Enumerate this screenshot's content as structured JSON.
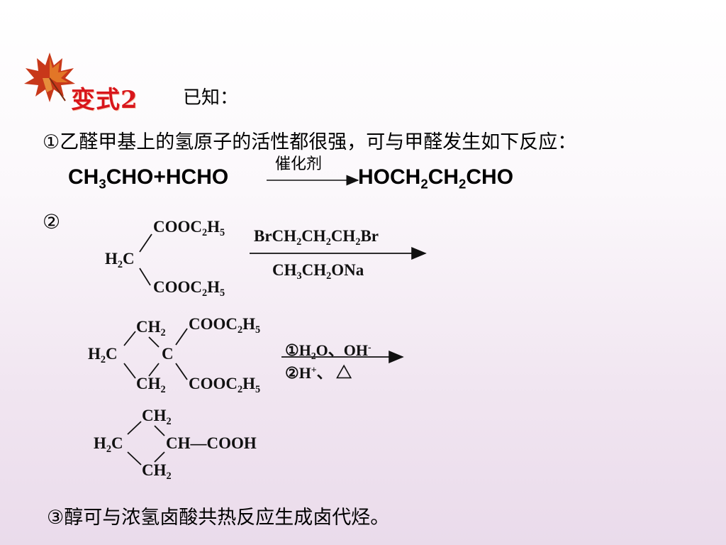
{
  "slide": {
    "title": "变式2",
    "known": "已知：",
    "item1_text": "①乙醛甲基上的氢原子的活性都很强，可与甲醛发生如下反应：",
    "reaction1": {
      "lhs": {
        "a": "CH",
        "b": "3",
        "c": "CHO+HCHO"
      },
      "catalyst": "催化剂",
      "rhs": {
        "a": "HOCH",
        "b": "2",
        "c": "CH",
        "d": "2",
        "e": "CHO"
      }
    },
    "item2_marker": "②",
    "malonate": {
      "top": {
        "a": "COOC",
        "b": "2",
        "c": "H",
        "d": "5"
      },
      "left": {
        "a": "H",
        "b": "2",
        "c": "C"
      },
      "bottom": {
        "a": "COOC",
        "b": "2",
        "c": "H",
        "d": "5"
      },
      "reagent_above": {
        "a": "BrCH",
        "b": "2",
        "c": "CH",
        "d": "2",
        "e": "CH",
        "f": "2",
        "g": "Br"
      },
      "reagent_below": {
        "a": "CH",
        "b": "3",
        "c": "CH",
        "d": "2",
        "e": "ONa"
      }
    },
    "cyclobutane_diester": {
      "ch2_top": {
        "a": "CH",
        "b": "2"
      },
      "left": {
        "a": "H",
        "b": "2",
        "c": "C"
      },
      "center": "C",
      "ch2_bottom": {
        "a": "CH",
        "b": "2"
      },
      "ester_top": {
        "a": "COOC",
        "b": "2",
        "c": "H",
        "d": "5"
      },
      "ester_bottom": {
        "a": "COOC",
        "b": "2",
        "c": "H",
        "d": "5"
      },
      "step1": {
        "a": "①H",
        "b": "2",
        "c": "O、OH",
        "d": "-"
      },
      "step2": {
        "a": "②H",
        "b": "+",
        "c": "、 △"
      }
    },
    "cyclobutane_acid": {
      "ch2_top": {
        "a": "CH",
        "b": "2"
      },
      "left": {
        "a": "H",
        "b": "2",
        "c": "C"
      },
      "right": "CH—COOH",
      "ch2_bottom": {
        "a": "CH",
        "b": "2"
      }
    },
    "item3_text": "③醇可与浓氢卤酸共热反应生成卤代烃。"
  }
}
